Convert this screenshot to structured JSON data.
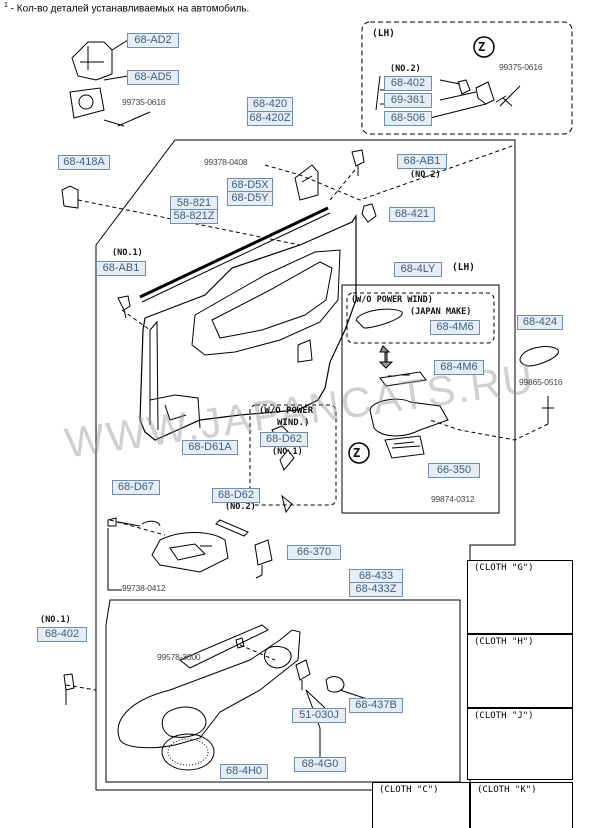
{
  "footnote": {
    "mark": "1",
    "text": " - Кол-во деталей устанавливаемых на автомобиль."
  },
  "watermark": "WWW.JAPANCATS.RU",
  "parts": {
    "p_68ad2": "68-AD2",
    "p_68ad5": "68-AD5",
    "p_68420": "68-420",
    "p_68420z": "68-420Z",
    "p_68402_top": "68-402",
    "p_69361": "69-361",
    "p_68506": "68-506",
    "p_68418a": "68-418A",
    "p_68ab1_top": "68-AB1",
    "p_68d5x": "68-D5X",
    "p_68d5y": "68-D5Y",
    "p_58821": "58-821",
    "p_58821z": "58-821Z",
    "p_68421": "68-421",
    "p_68ab1_left": "68-AB1",
    "p_684ly": "68-4LY",
    "p_684m6_a": "68-4M6",
    "p_684m6_b": "68-4M6",
    "p_68424": "68-424",
    "p_68d61a": "68-D61A",
    "p_68d62_a": "68-D62",
    "p_68d62_b": "68-D62",
    "p_68d67": "68-D67",
    "p_66350": "66-350",
    "p_66370": "66-370",
    "p_68433": "68-433",
    "p_68433z": "68-433Z",
    "p_68402_low": "68-402",
    "p_51030j": "51-030J",
    "p_68437b": "68-437B",
    "p_684g0": "68-4G0",
    "p_684h0": "68-4H0"
  },
  "numbers": {
    "n_99735": "99735-0616",
    "n_99375": "99375-0616",
    "n_99378": "99378-0408",
    "n_99865": "99865-0516",
    "n_99874": "99874-0312",
    "n_99738": "99738-0412",
    "n_99578": "99578-3000"
  },
  "labels": {
    "lh_box": "(LH)",
    "no2_box": "(NO.2)",
    "no2_ab1": "(NO.2)",
    "no1_ab1": "(NO.1)",
    "lh_4ly": "(LH)",
    "wo_power": "(W/O POWER WIND)",
    "japan_make": "(JAPAN MAKE)",
    "wo_power2a": "(W/O POWER",
    "wo_power2b": "WIND.)",
    "no1_d62": "(NO.1)",
    "no2_d62": "(NO.2)",
    "no1_402": "(NO.1)",
    "z_mark": "Z"
  },
  "cloths": {
    "g": "(CLOTH \"G\")",
    "h": "(CLOTH \"H\")",
    "j": "(CLOTH \"J\")",
    "c": "(CLOTH \"C\")",
    "k": "(CLOTH \"K\")"
  }
}
